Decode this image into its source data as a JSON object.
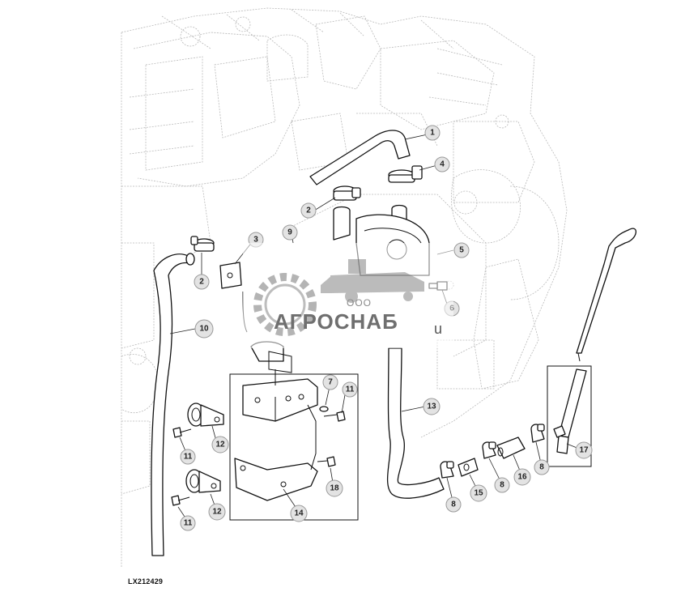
{
  "figure": {
    "id": "LX212429",
    "callouts": [
      "1",
      "2",
      "2",
      "3",
      "4",
      "5",
      "6",
      "7",
      "8",
      "8",
      "8",
      "9",
      "10",
      "11",
      "11",
      "11",
      "12",
      "12",
      "13",
      "14",
      "15",
      "16",
      "17",
      "18"
    ]
  },
  "watermark": {
    "company": "ООО",
    "brand": "АГРОСНАБ",
    "suffix": "u"
  },
  "colors": {
    "line": "#111111",
    "ghost": "#b9b9b9",
    "callout_fill": "#e3e3e3",
    "watermark": "#6f6f6f"
  }
}
